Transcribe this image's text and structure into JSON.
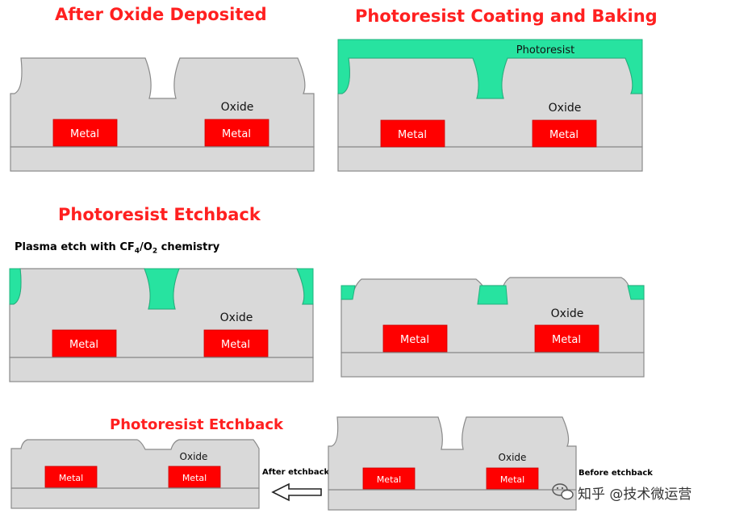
{
  "titles": {
    "oxide_deposited": "After Oxide Deposited",
    "coating_baking": "Photoresist Coating and Baking",
    "etchback_1": "Photoresist Etchback",
    "etchback_2": "Photoresist Etchback"
  },
  "captions": {
    "plasma_pre": "Plasma etch with CF",
    "plasma_sub1": "4",
    "plasma_mid": "/O",
    "plasma_sub2": "2",
    "plasma_post": " chemistry",
    "after_etchback": "After etchback",
    "before_etchback": "Before etchback"
  },
  "labels": {
    "oxide": "Oxide",
    "metal": "Metal",
    "photoresist": "Photoresist"
  },
  "watermark": "知乎 @技术微运营",
  "colors": {
    "title_red": "#ff2020",
    "metal": "#ff0000",
    "oxide": "#d9d9d9",
    "photoresist": "#27e3a0",
    "outline": "#8a8a8a"
  },
  "icons": [
    "left-arrow-icon",
    "wechat-icon"
  ]
}
